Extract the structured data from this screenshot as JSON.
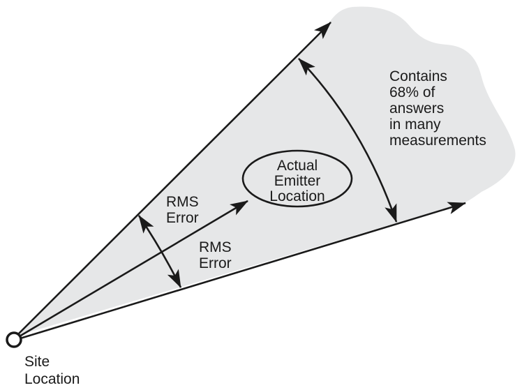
{
  "diagram": {
    "type": "direction-finding-error-cone",
    "labels": {
      "site": [
        "Site",
        "Location"
      ],
      "emitter": [
        "Actual",
        "Emitter",
        "Location"
      ],
      "rms_upper": [
        "RMS",
        "Error"
      ],
      "rms_lower": [
        "RMS",
        "Error"
      ],
      "region": [
        "Contains",
        "68% of",
        "answers",
        "in many",
        "measurements"
      ]
    },
    "colors": {
      "fill": "#e6e7e8",
      "stroke": "#1a1a1a",
      "background": "#ffffff"
    },
    "elements": [
      {
        "id": "site-marker",
        "shape": "circle",
        "meaning": "Site Location"
      },
      {
        "id": "upper-bearing-ray",
        "shape": "arrow"
      },
      {
        "id": "measured-bearing-ray",
        "shape": "arrow"
      },
      {
        "id": "lower-bearing-ray",
        "shape": "arrow"
      },
      {
        "id": "rms-error-arrow",
        "shape": "double-arrow"
      },
      {
        "id": "coverage-arc-arrow",
        "shape": "double-arrow"
      },
      {
        "id": "emitter-ellipse",
        "shape": "ellipse"
      },
      {
        "id": "probability-region",
        "shape": "cloud",
        "meaning": "Contains 68% of answers in many measurements"
      }
    ]
  }
}
